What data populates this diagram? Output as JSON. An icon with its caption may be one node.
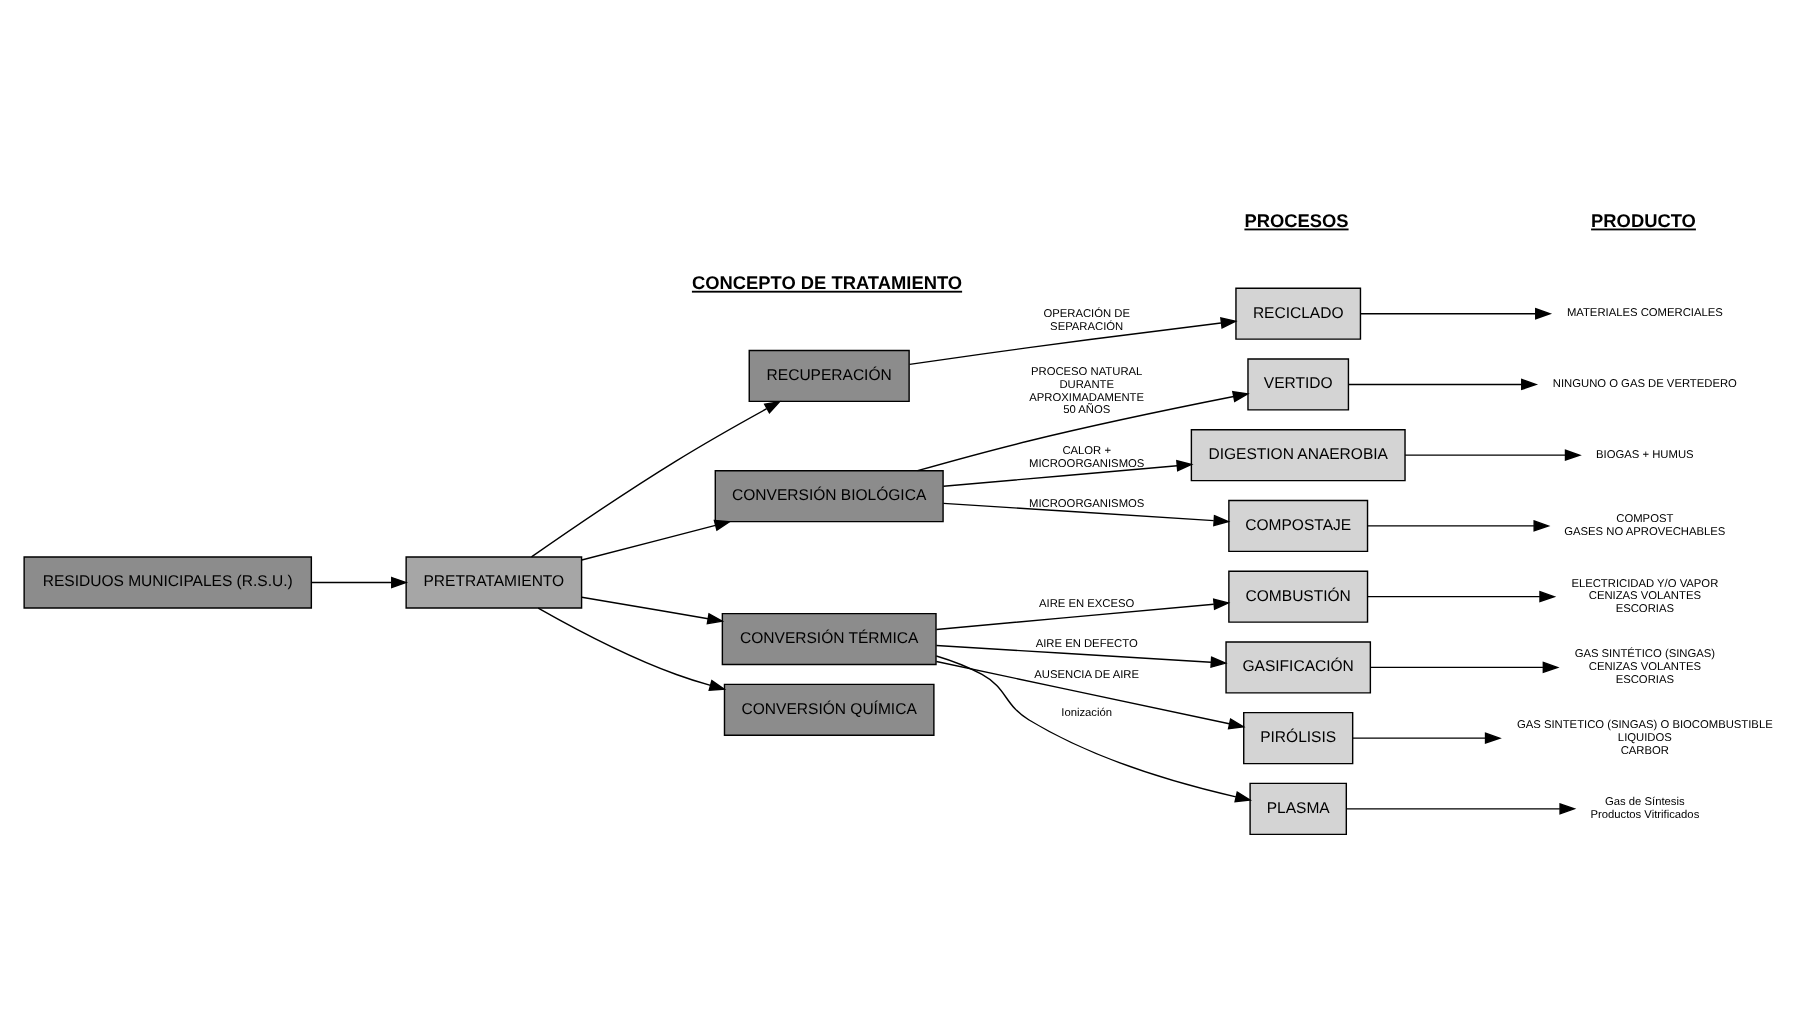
{
  "diagram": {
    "nodes": [
      {
        "text": [
          "RESIDUOS MUNICIPALES (R.S.U.)"
        ]
      },
      {
        "text": [
          "PRETRATAMIENTO"
        ]
      },
      {
        "text": [
          "RECUPERACIÓN"
        ]
      },
      {
        "text": [
          "CONVERSIÓN BIOLÓGICA"
        ]
      },
      {
        "text": [
          "CONVERSIÓN TÉRMICA"
        ]
      },
      {
        "text": [
          "CONVERSIÓN QUÍMICA"
        ]
      },
      {
        "text": [
          "RECICLADO"
        ]
      },
      {
        "text": [
          "VERTIDO"
        ]
      },
      {
        "text": [
          "DIGESTION ANAEROBIA"
        ]
      },
      {
        "text": [
          "COMPOSTAJE"
        ]
      },
      {
        "text": [
          "COMBUSTIÓN"
        ]
      },
      {
        "text": [
          "GASIFICACIÓN"
        ]
      },
      {
        "text": [
          "PIRÓLISIS"
        ]
      },
      {
        "text": [
          "PLASMA"
        ]
      },
      {
        "text": [
          "MATERIALES COMERCIALES"
        ]
      },
      {
        "text": [
          "NINGUNO O GAS DE VERTEDERO"
        ]
      },
      {
        "text": [
          "BIOGAS + HUMUS"
        ]
      },
      {
        "text": [
          "COMPOST",
          "GASES NO APROVECHABLES"
        ]
      },
      {
        "text": [
          "ELECTRICIDAD Y/O VAPOR",
          "CENIZAS VOLANTES",
          "ESCORIAS"
        ]
      },
      {
        "text": [
          "GAS SINTÉTICO (SINGAS)",
          "CENIZAS VOLANTES",
          "ESCORIAS"
        ]
      },
      {
        "text": [
          "GAS SINTETICO (SINGAS) O BIOCOMBUSTIBLE",
          "LIQUIDOS",
          "CARBOR"
        ]
      },
      {
        "text": [
          "Gas de Síntesis",
          "Productos Vitrificados"
        ]
      }
    ],
    "edges": [
      {
        "from": 0,
        "to": 1,
        "arrow": "to"
      },
      {
        "from": 1,
        "to": 2,
        "arrow": "to"
      },
      {
        "from": 1,
        "to": 3,
        "arrow": "to"
      },
      {
        "from": 1,
        "to": 4,
        "arrow": "to"
      },
      {
        "from": 1,
        "to": 5,
        "arrow": "to"
      },
      {
        "from": 2,
        "to": 6,
        "arrow": "to",
        "label": "OPERACIÓN DE SEPARACIÓN"
      },
      {
        "from": 3,
        "to": 7,
        "arrow": "to",
        "label": "PROCESO NATURAL DURANTE APROXIMADAMENTE 50 AÑOS"
      },
      {
        "from": 3,
        "to": 8,
        "arrow": "to",
        "label": "CALOR + MICROORGANISMOS"
      },
      {
        "from": 3,
        "to": 9,
        "arrow": "to",
        "label": "MICROORGANISMOS"
      },
      {
        "from": 4,
        "to": 10,
        "arrow": "to",
        "label": "AIRE EN EXCESO"
      },
      {
        "from": 4,
        "to": 11,
        "arrow": "to",
        "label": "AIRE EN DEFECTO"
      },
      {
        "from": 4,
        "to": 12,
        "arrow": "to",
        "label": "AUSENCIA DE AIRE"
      },
      {
        "from": 4,
        "to": 13,
        "arrow": "to",
        "label": "Ionización"
      },
      {
        "from": 6,
        "to": 14,
        "arrow": "to"
      },
      {
        "from": 7,
        "to": 15,
        "arrow": "to"
      },
      {
        "from": 8,
        "to": 16,
        "arrow": "to"
      },
      {
        "from": 9,
        "to": 17,
        "arrow": "to"
      },
      {
        "from": 10,
        "to": 18,
        "arrow": "to"
      },
      {
        "from": 11,
        "to": 19,
        "arrow": "to"
      },
      {
        "from": 12,
        "to": 20,
        "arrow": "to"
      },
      {
        "from": 13,
        "to": 21,
        "arrow": "to"
      }
    ],
    "labels": [
      "CONCEPTO DE TRATAMIENTO",
      "PROCESOS",
      "PRODUCTO"
    ]
  }
}
